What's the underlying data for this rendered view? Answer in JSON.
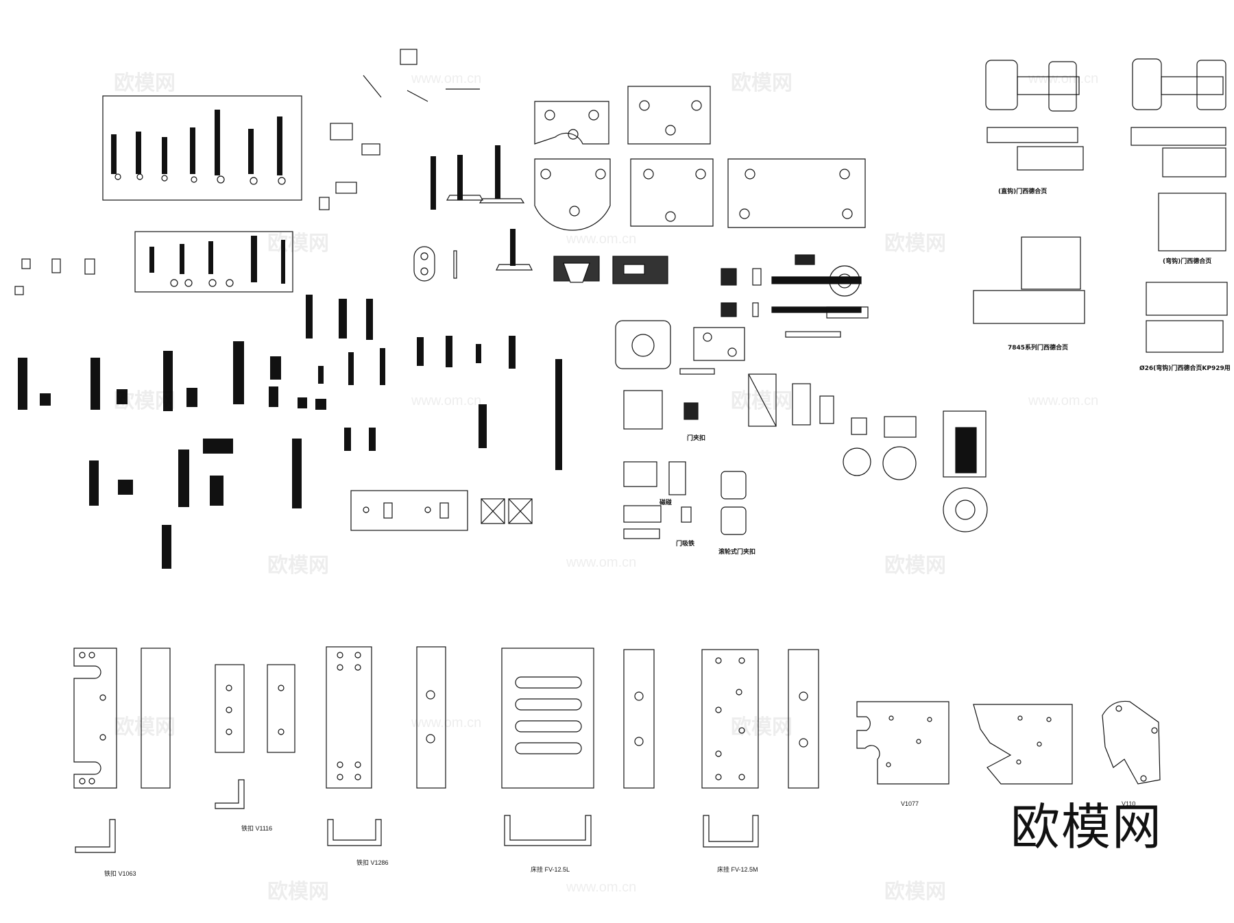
{
  "colors": {
    "line": "#111111",
    "fill": "#1a1a1a",
    "watermark": "#d8d8d8"
  },
  "watermark": {
    "text": "欧模网",
    "url": "www.om.cn"
  },
  "brand_logo": "欧模网",
  "labels": {
    "hinge_straight": "(直钩)门西德合页",
    "hinge_bent": "(弯钩)门西德合页",
    "hinge_7845": "7845系列门西德合页",
    "hinge_kp929": "Ø26(弯钩)门西德合页KP929用",
    "door_clamp": "门夹扣",
    "magnet": "磁碰",
    "door_latch": "门吸铁",
    "roller_catch": "滚轮式门夹扣"
  },
  "codes": {
    "v1063": "铁扣 V1063",
    "v1116": "铁扣 V1116",
    "v1286": "铁扣 V1286",
    "fv125l": "床挂 FV-12.5L",
    "fv125m": "床挂 FV-12.5M",
    "v1077": "V1077",
    "v110x": "V110"
  }
}
